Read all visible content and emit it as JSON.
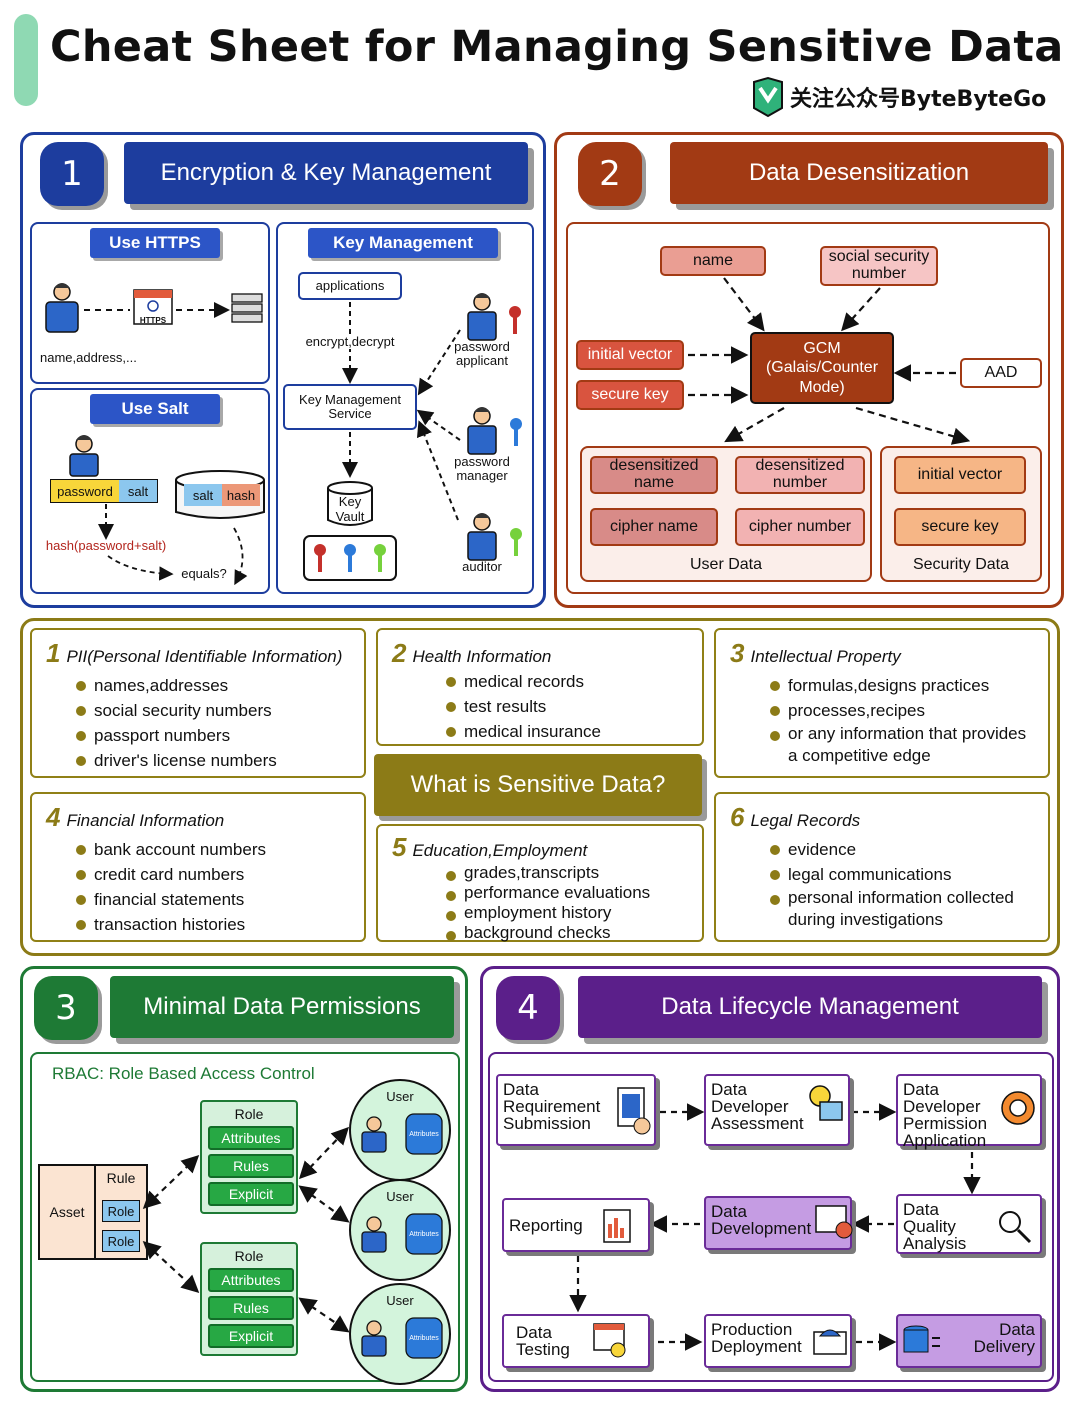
{
  "header": {
    "title": "Cheat Sheet for Managing Sensitive Data",
    "brand": "关注公众号ByteByteGo"
  },
  "s1": {
    "num": "1",
    "title": "Encryption & Key Management",
    "https": {
      "title": "Use HTTPS",
      "badge": "HTTPS",
      "caption": "name,address,..."
    },
    "salt": {
      "title": "Use Salt",
      "password": "password",
      "salt": "salt",
      "db_salt": "salt",
      "db_hash": "hash",
      "formula": "hash(password+salt)",
      "equals": "equals?"
    },
    "km": {
      "title": "Key Management",
      "applications": "applications",
      "encrypt": "encrypt,decrypt",
      "service": "Key Management Service",
      "vault": "Key Vault",
      "applicant": "password applicant",
      "manager": "password manager",
      "auditor": "auditor"
    }
  },
  "s2": {
    "num": "2",
    "title": "Data Desensitization",
    "name": "name",
    "ssn": "social security number",
    "iv": "initial vector",
    "sk": "secure key",
    "gcm": "GCM (Galais/Counter Mode)",
    "aad": "AAD",
    "dn": "desensitized name",
    "dnum": "desensitized number",
    "cn": "cipher name",
    "cnum": "cipher number",
    "user_data": "User Data",
    "iv2": "initial vector",
    "sk2": "secure key",
    "security_data": "Security Data"
  },
  "sensitive": {
    "center": "What is Sensitive Data?",
    "cards": [
      {
        "n": "1",
        "title": "PII(Personal Identifiable Information)",
        "items": [
          "names,addresses",
          "social security numbers",
          "passport numbers",
          "driver's license numbers"
        ]
      },
      {
        "n": "2",
        "title": "Health Information",
        "items": [
          "medical records",
          "test results",
          "medical insurance"
        ]
      },
      {
        "n": "3",
        "title": "Intellectual Property",
        "items": [
          "formulas,designs practices",
          "processes,recipes",
          "or any information that provides a competitive edge"
        ]
      },
      {
        "n": "4",
        "title": "Financial Information",
        "items": [
          "bank account numbers",
          "credit card numbers",
          "financial statements",
          "transaction histories"
        ]
      },
      {
        "n": "5",
        "title": "Education,Employment",
        "items": [
          "grades,transcripts",
          "performance evaluations",
          "employment history",
          "background checks"
        ]
      },
      {
        "n": "6",
        "title": "Legal Records",
        "items": [
          "evidence",
          "legal communications",
          "personal information collected during investigations"
        ]
      }
    ]
  },
  "s3": {
    "num": "3",
    "title": "Minimal Data Permissions",
    "rbac": "RBAC: Role Based Access Control",
    "asset": "Asset",
    "rule": "Rule",
    "role_small": "Role",
    "role": "Role",
    "attributes": "Attributes",
    "rules": "Rules",
    "explicit": "Explicit",
    "user": "User",
    "attr_db": "Attributes"
  },
  "s4": {
    "num": "4",
    "title": "Data Lifecycle Management",
    "steps": [
      "Data Requirement Submission",
      "Data Developer Assessment",
      "Data Developer Permission Application",
      "Data Quality Analysis",
      "Data Development",
      "Reporting",
      "Data Testing",
      "Production Deployment",
      "Data Delivery"
    ]
  },
  "colors": {
    "blue": "#1d3d9e",
    "red": "#a23a14",
    "olive": "#8c7b17",
    "green": "#1e7a35",
    "purple": "#5b1f8a"
  }
}
